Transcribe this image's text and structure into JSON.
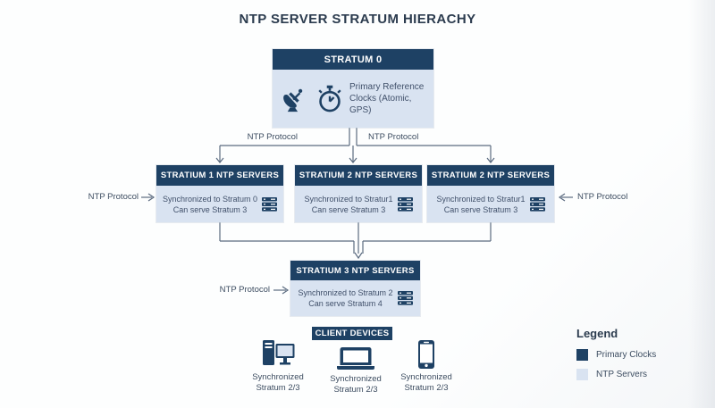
{
  "title": "NTP SERVER STRATUM HIERACHY",
  "colors": {
    "primary_navy": "#1e4164",
    "light_blue": "#d9e3f1",
    "connector_line": "#5b6b80",
    "body_text": "#40506a",
    "title_text": "#2b3b4e"
  },
  "stratum0": {
    "header": "STRATUM 0",
    "body": "Primary Reference Clocks (Atomic, GPS)",
    "icons": [
      "satellite-dish-icon",
      "stopwatch-icon"
    ]
  },
  "protocol": {
    "top_left": "NTP Protocol",
    "top_right": "NTP Protocol",
    "row_left": "NTP Protocol",
    "row_right": "NTP Protocol",
    "s3_left": "NTP Protocol"
  },
  "servers": [
    {
      "header": "STRATIUM 1 NTP SERVERS",
      "line1": "Synchronized to Stratum 0",
      "line2": "Can serve Stratum 3",
      "icon": "server-stack-icon"
    },
    {
      "header": "STRATIUM 2 NTP SERVERS",
      "line1": "Synchronized to Stratur1",
      "line2": "Can serve Stratum 3",
      "icon": "server-stack-icon"
    },
    {
      "header": "STRATIUM 2 NTP SERVERS",
      "line1": "Synchronized to Stratur1",
      "line2": "Can serve Stratum 3",
      "icon": "server-stack-icon"
    }
  ],
  "stratum3": {
    "header": "STRATIUM 3 NTP SERVERS",
    "line1": "Synchronized to Stratum 2",
    "line2": "Can serve Stratum 4",
    "icon": "server-stack-icon"
  },
  "clients": {
    "header": "CLIENT DEVICES",
    "devices": [
      {
        "icon": "desktop-icon",
        "line1": "Synchronized",
        "line2": "Stratum 2/3"
      },
      {
        "icon": "laptop-icon",
        "line1": "Synchronized",
        "line2": "Stratum 2/3"
      },
      {
        "icon": "smartphone-icon",
        "line1": "Synchronized",
        "line2": "Stratum 2/3"
      }
    ]
  },
  "legend": {
    "title": "Legend",
    "items": [
      {
        "label": "Primary Clocks",
        "color": "#1e4164"
      },
      {
        "label": "NTP Servers",
        "color": "#d9e3f1"
      }
    ]
  }
}
